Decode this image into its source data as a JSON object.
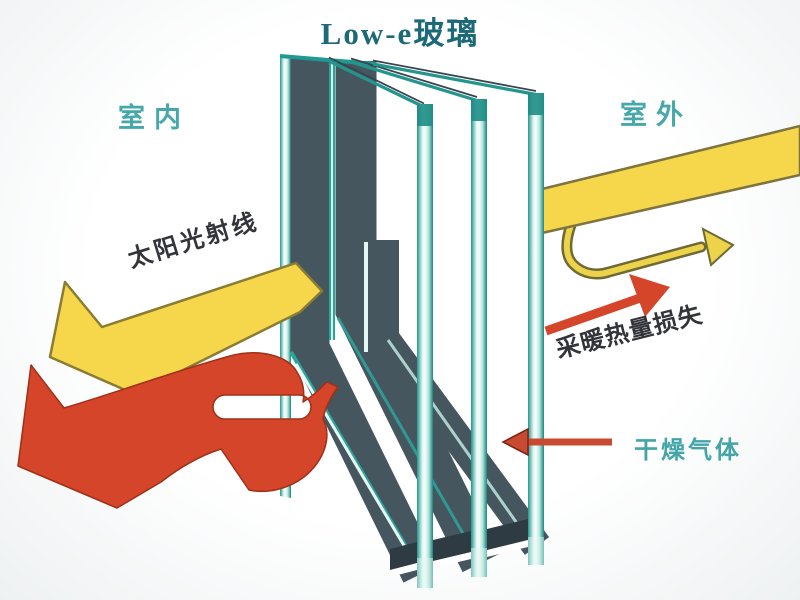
{
  "title": "Low-e玻璃",
  "regions": {
    "indoor_label": "室内",
    "outdoor_label": "室外"
  },
  "annotations": {
    "solar_ray_label": "太阳光射线",
    "heat_loss_label": "采暖热量损失",
    "dry_gas_label": "干燥气体"
  },
  "colors": {
    "title_text": "#1c6a77",
    "teal_label": "#47a8ab",
    "dark_label": "#33343a",
    "glass_edge_teal": "#27a096",
    "glass_edge_light": "#dff5f0",
    "glass_pane_dark": "#46565f",
    "spacer_dark": "#2f3b42",
    "solar_yellow": "#f6d74b",
    "reflected_yellow": "#ecd34a",
    "heat_red": "#d4452a",
    "pointer_red": "#c84a31",
    "outline_olive": "#7d7440"
  },
  "diagram": {
    "type": "low-e-insulated-glass-unit",
    "pane_count": 3,
    "arrows": [
      {
        "name": "solar-radiation-band-outdoor",
        "color": "#f6d74b",
        "direction": "down-left"
      },
      {
        "name": "reflected-solar-outdoor",
        "color": "#ecd34a",
        "direction": "up-right"
      },
      {
        "name": "heat-loss-outdoor",
        "color": "#d4452a",
        "direction": "up-right"
      },
      {
        "name": "solar-ray-into-room",
        "color": "#f6d74b",
        "direction": "down-left"
      },
      {
        "name": "reflected-heat-indoor",
        "color": "#d4452a",
        "direction": "down-left-u-turn"
      },
      {
        "name": "dry-gas-pointer",
        "color": "#c84a31",
        "direction": "left"
      }
    ]
  }
}
